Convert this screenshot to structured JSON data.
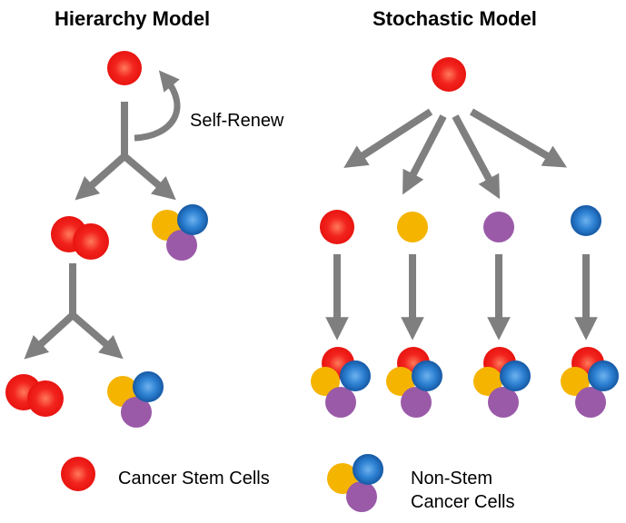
{
  "titles": {
    "hierarchy": "Hierarchy Model",
    "stochastic": "Stochastic Model"
  },
  "self_renew_label": "Self-Renew",
  "legend": {
    "stem_label": "Cancer Stem Cells",
    "nonstem_line1": "Non-Stem",
    "nonstem_line2": "Cancer Cells"
  },
  "colors": {
    "stem_cell": "#e8141c",
    "yellow_cell": "#f5b400",
    "blue_cell": "#1f74c8",
    "purple_cell": "#9a5aa8",
    "arrow": "#7f7f7f"
  }
}
